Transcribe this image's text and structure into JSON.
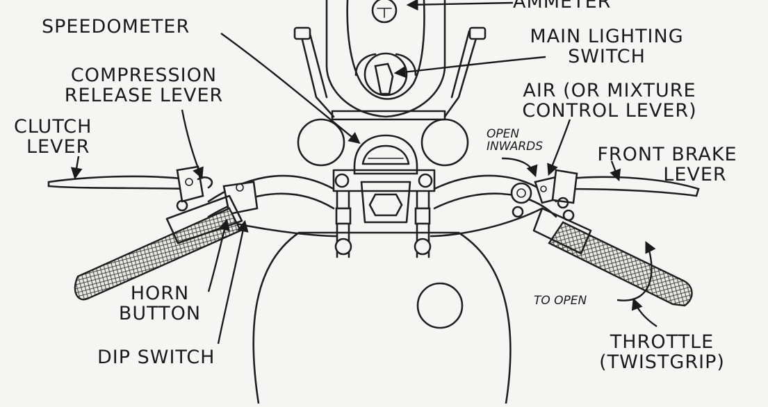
{
  "labels": {
    "ammeter": "AMMETER",
    "speedometer": "SPEEDOMETER",
    "main_lighting_switch_l1": "MAIN LIGHTING",
    "main_lighting_switch_l2": "SWITCH",
    "compression_l1": "COMPRESSION",
    "compression_l2": "RELEASE LEVER",
    "air_l1": "AIR (OR MIXTURE",
    "air_l2": "CONTROL LEVER)",
    "clutch_l1": "CLUTCH",
    "clutch_l2": "LEVER",
    "open_inwards_l1": "OPEN",
    "open_inwards_l2": "INWARDS",
    "front_brake_l1": "FRONT BRAKE",
    "front_brake_l2": "LEVER",
    "horn_l1": "HORN",
    "horn_l2": "BUTTON",
    "dip_switch": "DIP SWITCH",
    "to_open": "TO OPEN",
    "throttle_l1": "THROTTLE",
    "throttle_l2": "(TWISTGRIP)"
  },
  "colors": {
    "paper": "#f5f5f3",
    "ink": "#1f1f1f"
  }
}
